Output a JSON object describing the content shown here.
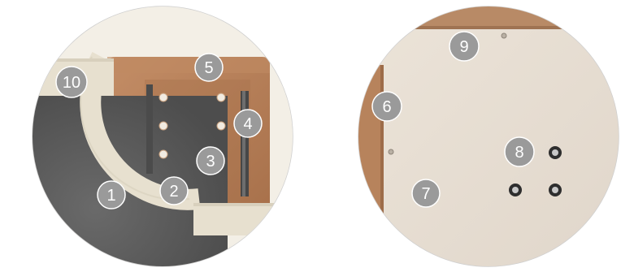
{
  "left_detail": {
    "callouts": [
      {
        "id": "1",
        "label": "1"
      },
      {
        "id": "2",
        "label": "2"
      },
      {
        "id": "3",
        "label": "3"
      },
      {
        "id": "4",
        "label": "4"
      },
      {
        "id": "5",
        "label": "5"
      },
      {
        "id": "10",
        "label": "10"
      }
    ]
  },
  "right_detail": {
    "callouts": [
      {
        "id": "6",
        "label": "6"
      },
      {
        "id": "7",
        "label": "7"
      },
      {
        "id": "8",
        "label": "8"
      },
      {
        "id": "9",
        "label": "9"
      }
    ]
  },
  "colors": {
    "background": "#ffffff",
    "felt": "#5b5b5b",
    "rail": "#e6dfcf",
    "wood_panel": "#b6825e",
    "wood_dark": "#8b5a3c",
    "bracket_metal": "#4a4a4a",
    "backboard": "#e6ddd2",
    "callout_badge": "#9a9a9a"
  }
}
